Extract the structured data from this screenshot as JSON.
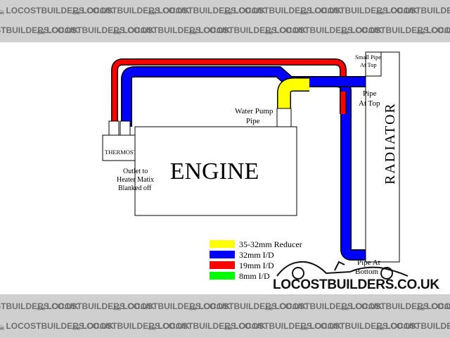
{
  "watermark": {
    "text": "LOCOSTBUILDERS.CO.UK"
  },
  "labels": {
    "engine": "ENGINE",
    "radiator": "RADIATOR",
    "thermostat": "THERMOSTAT",
    "outlet_line1": "Outlet to",
    "outlet_line2": "Heater Matix",
    "outlet_line3": "Blanked off",
    "water_pump_line1": "Water Pump",
    "water_pump_line2": "Pipe",
    "small_pipe_line1": "Small Pipe",
    "small_pipe_line2": "At Top",
    "pipe_top_line1": "Pipe",
    "pipe_top_line2": "At Top",
    "pipe_bottom_line1": "Pipe At",
    "pipe_bottom_line2": "Bottom"
  },
  "legend": [
    {
      "label": "35-32mm Reducer",
      "color": "#ffff00"
    },
    {
      "label": "32mm I/D",
      "color": "#0000ff"
    },
    {
      "label": "19mm I/D",
      "color": "#ff0000"
    },
    {
      "label": "8mm I/D",
      "color": "#00ff00"
    }
  ],
  "colors": {
    "pipe_outline": "#000000",
    "blue_pipe": "#0000ff",
    "red_pipe": "#ff0000",
    "yellow_pipe": "#ffff00"
  }
}
